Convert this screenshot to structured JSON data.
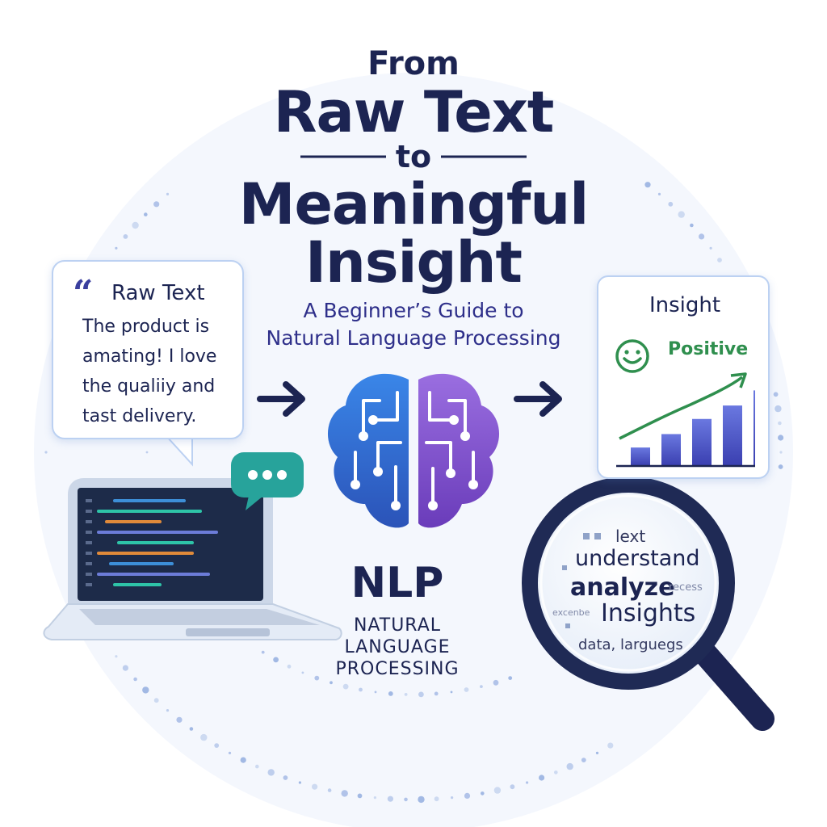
{
  "headline": {
    "from": "From",
    "raw_text": "Raw Text",
    "to": "to",
    "meaningful": "Meaningful",
    "insight": "Insight"
  },
  "subtitle": {
    "line1": "A Beginner’s Guide to",
    "line2": "Natural Language Processing"
  },
  "raw_text_card": {
    "quote_glyph": "“",
    "title": "Raw Text",
    "body": "The product is amating! I love the qualiiy and tast delivery."
  },
  "insight_card": {
    "title": "Insight",
    "sentiment": "Positive",
    "bar_levels": [
      0.22,
      0.38,
      0.56,
      0.72,
      0.9
    ]
  },
  "nlp": {
    "title": "NLP",
    "line1": "NATURAL",
    "line2": "LANGUAGE",
    "line3": "PROCESSING"
  },
  "magnifier_words": {
    "lext": "lext",
    "understand": "understand",
    "analyze": "analyze",
    "recess": "recess",
    "excenbe": "excenbe",
    "insights": "Insights",
    "data": "data, larguegs"
  },
  "icons": {
    "quote": "quote-icon",
    "smile": "smiley-icon",
    "trend": "trend-arrow-icon",
    "brain": "brain-circuit-icon",
    "laptop": "laptop-icon",
    "chat": "chat-bubble-icon",
    "arrow": "arrow-right-icon",
    "magnifier": "magnifying-glass-icon"
  },
  "colors": {
    "navy": "#1c2452",
    "blue": "#2f6fd1",
    "purple": "#7b4fc9",
    "green": "#2f8f4e",
    "teal": "#27a39b"
  }
}
